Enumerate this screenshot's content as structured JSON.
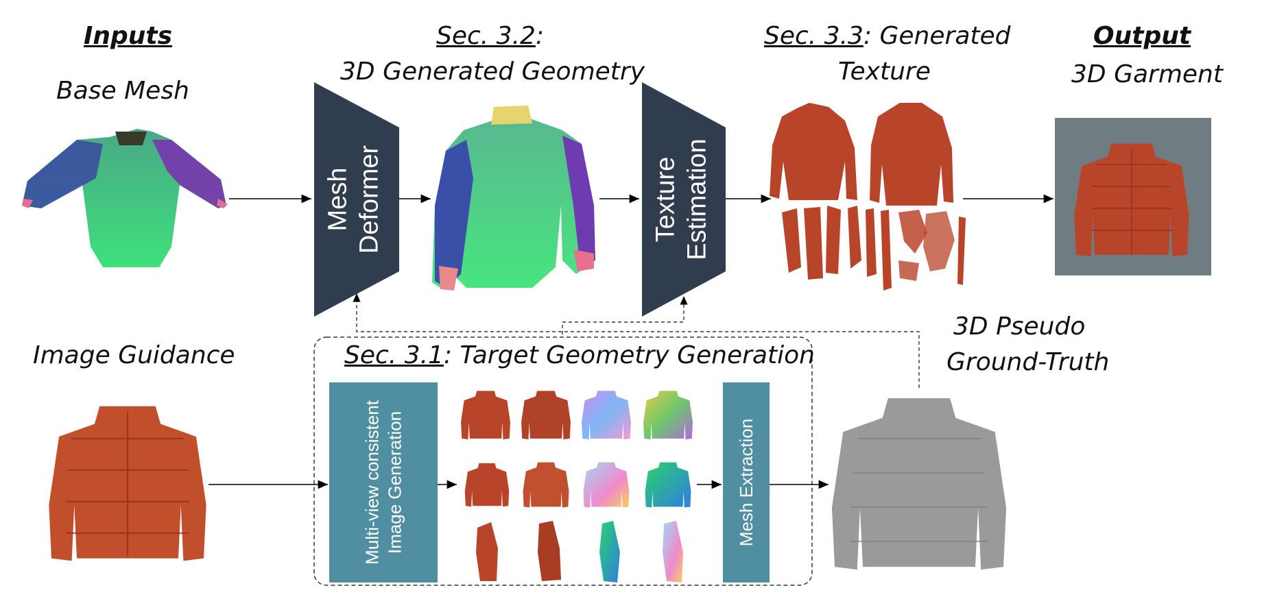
{
  "labels": {
    "inputs": "Inputs",
    "base_mesh": "Base Mesh",
    "image_guidance": "Image Guidance",
    "sec32_ref": "Sec. 3.2",
    "sec32_rest": "3D Generated Geometry",
    "sec33_ref": "Sec. 3.3",
    "sec33_rest": "Generated",
    "sec33_line2": "Texture",
    "output": "Output",
    "output_sub": "3D Garment",
    "pseudo_line1": "3D Pseudo",
    "pseudo_line2": "Ground-Truth",
    "sec31_ref": "Sec. 3.1",
    "sec31_rest": ": Target Geometry Generation"
  },
  "modules": {
    "mesh_deformer": [
      "Mesh",
      "Deformer"
    ],
    "texture_estimation": [
      "Texture",
      "Estimation"
    ],
    "multiview": [
      "Multi-view consistent",
      "Image Generation"
    ],
    "mesh_extraction": "Mesh Extraction"
  },
  "colors": {
    "trapezoid": "#2f3d4e",
    "teal_box": "#4f8fa1",
    "jacket": "#b8452a",
    "gray_mesh": "#9a9a9a",
    "output_bg": "#6f7d82"
  },
  "icons": {
    "jacket": "jacket-icon",
    "shirt": "shirt-icon"
  }
}
